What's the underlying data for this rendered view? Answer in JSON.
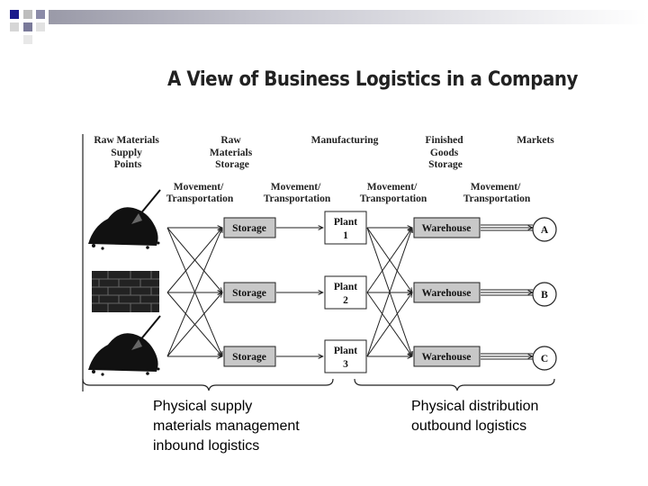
{
  "slide": {
    "title": "A View of Business Logistics in a Company"
  },
  "diagram": {
    "column_headers": [
      [
        "Raw Materials",
        "Supply",
        "Points"
      ],
      [
        "Raw",
        "Materials",
        "Storage"
      ],
      [
        "Manufacturing"
      ],
      [
        "Finished",
        "Goods",
        "Storage"
      ],
      [
        "Markets"
      ]
    ],
    "movement_labels": [
      [
        "Movement/",
        "Transportation"
      ],
      [
        "Movement/",
        "Transportation"
      ],
      [
        "Movement/",
        "Transportation"
      ],
      [
        "Movement/",
        "Transportation"
      ]
    ],
    "storage_label": "Storage",
    "plant_label": "Plant",
    "plant_numbers": [
      "1",
      "2",
      "3"
    ],
    "warehouse_label": "Warehouse",
    "markets": [
      "A",
      "B",
      "C"
    ]
  },
  "captions": {
    "left": [
      "Physical supply",
      "materials management",
      "inbound logistics"
    ],
    "right": [
      "Physical distribution",
      "outbound logistics"
    ]
  },
  "colors": {
    "deco_dark": "#1a1a8c",
    "deco_mid": "#7a7a9a",
    "deco_light": "#c0c0c0",
    "box_fill": "#c8c8c8",
    "ink": "#222222"
  }
}
